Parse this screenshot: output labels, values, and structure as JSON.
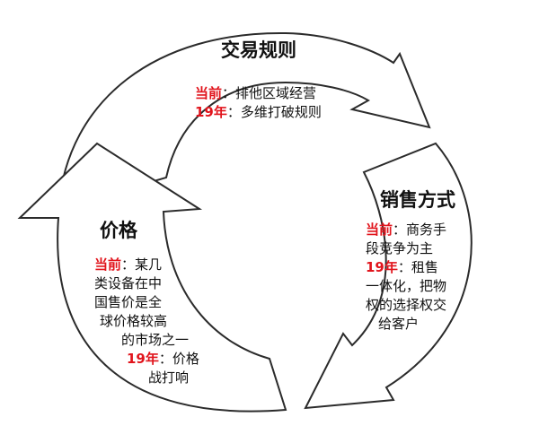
{
  "colors": {
    "highlight": "#e1141c",
    "text": "#111111",
    "outline": "#2b2b2b"
  },
  "sections": {
    "trade_rules": {
      "title": "交易规则",
      "current_label": "当前",
      "current_text": "：排他区域经营",
      "year_label": "19年",
      "year_text": "：多维打破规则"
    },
    "sales_method": {
      "title": "销售方式",
      "current_label": "当前",
      "current_text_lines": [
        "：商务手",
        "段竞争为主"
      ],
      "year_label": "19年",
      "year_text_lines": [
        "：租售",
        "一体化，把物",
        "权的选择权交",
        "给客户"
      ]
    },
    "price": {
      "title": "价格",
      "current_label": "当前",
      "current_text_lines": [
        "：某几",
        "类设备在中",
        "国售价是全",
        "球价格较高",
        "的市场之一"
      ],
      "year_label": "19年",
      "year_text_lines": [
        "：价格",
        "战打响"
      ]
    }
  }
}
